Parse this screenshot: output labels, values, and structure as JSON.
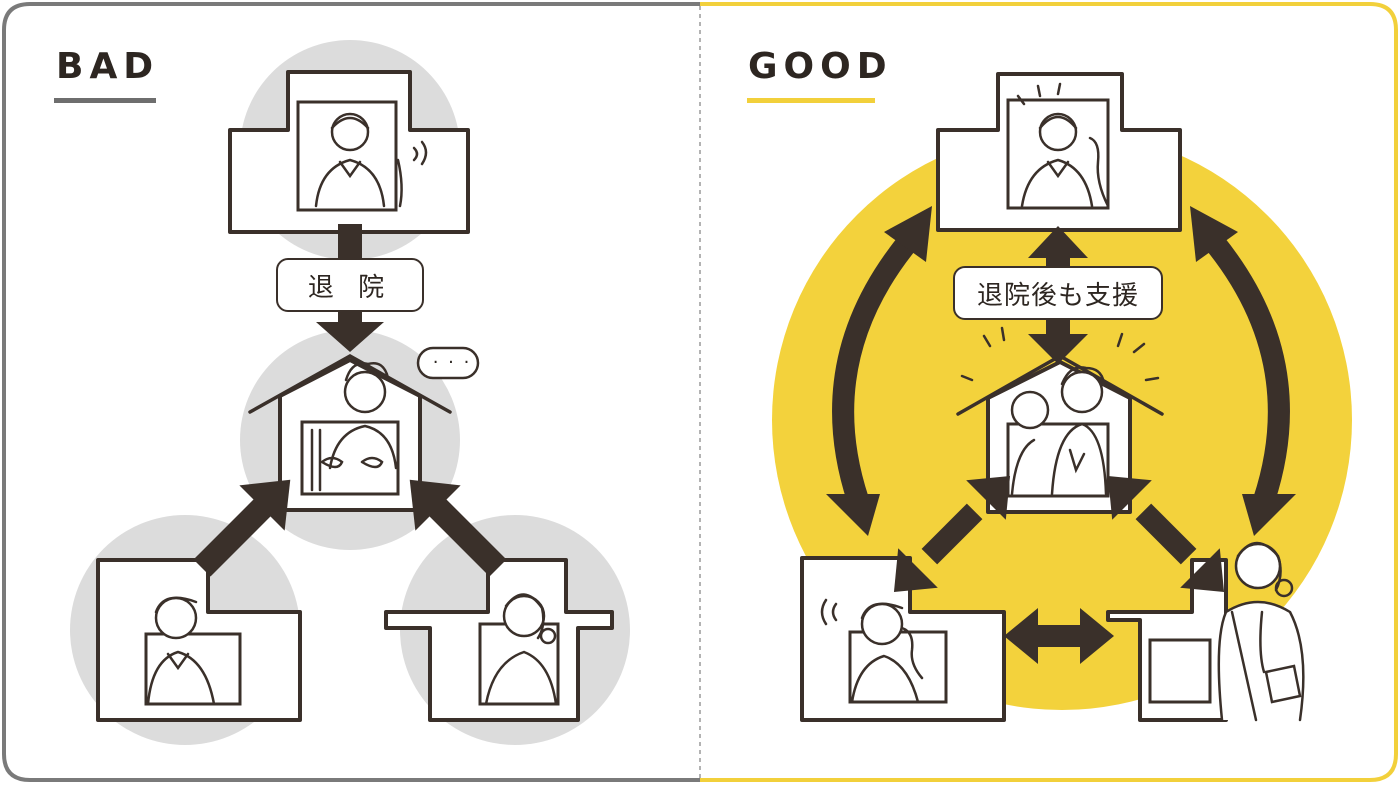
{
  "panels": {
    "bad": {
      "title": "BAD",
      "label": "退 院"
    },
    "good": {
      "title": "GOOD",
      "label": "退院後も支援"
    }
  },
  "speech_bubble": "· · ·",
  "colors": {
    "ink": "#3a302a",
    "bad_circle": "#dcdcdc",
    "bad_border": "#7a7a7a",
    "good_circle": "#f3d23c",
    "good_border": "#f2d03b"
  }
}
